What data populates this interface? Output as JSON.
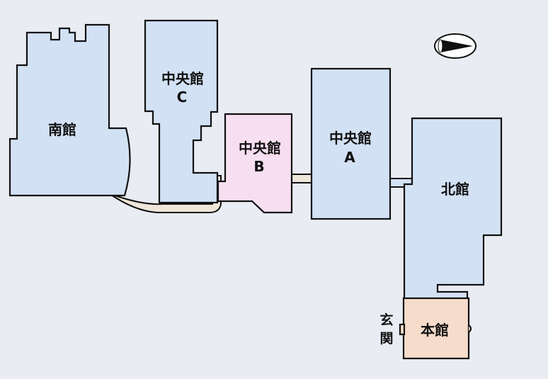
{
  "colors": {
    "background": "#e9ecf2",
    "building": "#d3e1f4",
    "central_b": "#f6dff0",
    "main_building": "#f6dccb",
    "corridor": "#efe6da",
    "outline": "#111111"
  },
  "buildings": [
    {
      "id": "minami",
      "label": "南館"
    },
    {
      "id": "chuo_c",
      "label_line1": "中央館",
      "label_line2": "C"
    },
    {
      "id": "chuo_b",
      "label_line1": "中央館",
      "label_line2": "B"
    },
    {
      "id": "chuo_a",
      "label_line1": "中央館",
      "label_line2": "A"
    },
    {
      "id": "kita",
      "label": "北館"
    },
    {
      "id": "honkan",
      "label": "本館"
    }
  ],
  "entrance": {
    "char1": "玄",
    "char2": "関"
  },
  "compass": {
    "icon": "north-arrow-icon"
  }
}
